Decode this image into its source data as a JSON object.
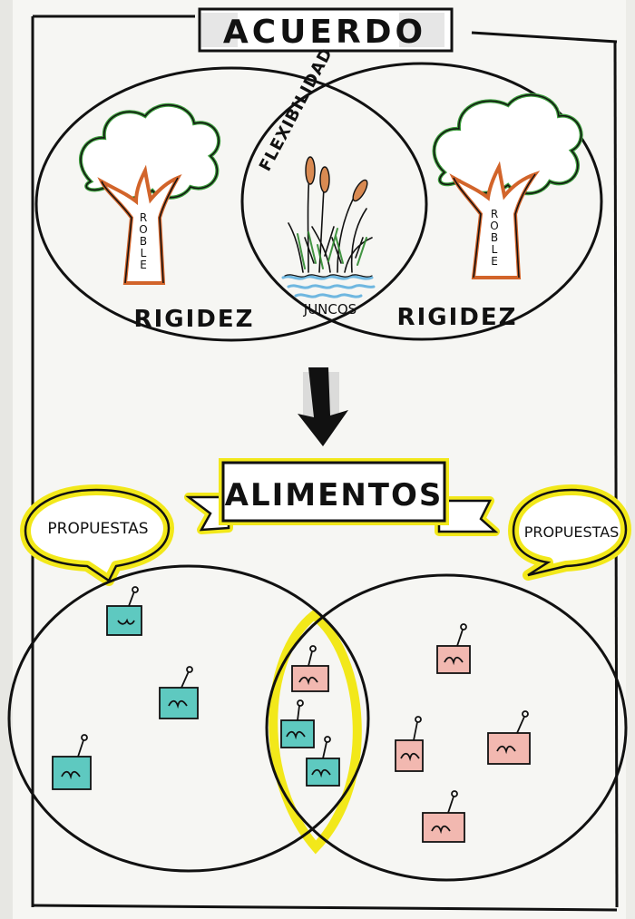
{
  "title": "ACUERDO",
  "top_venn": {
    "left_label": "RIGIDEZ",
    "right_label": "RIGIDEZ",
    "center_label": "FLEXIBILIDAD",
    "left_tree_text": "ROBLE",
    "right_tree_text": "ROBLE",
    "reeds_text": "JUNCOS"
  },
  "banner": {
    "label": "ALIMENTOS"
  },
  "bubbles": {
    "left": "PROPUESTAS",
    "right": "PROPUESTAS"
  },
  "colors": {
    "ink": "#111111",
    "tree_foliage": "#3a9a3a",
    "tree_trunk": "#d2642a",
    "highlight": "#f2e81a",
    "note_teal": "#5ec9c0",
    "note_pink": "#f2b8b0",
    "water": "#6fb7e0"
  },
  "icons": [
    "arrow-down-icon",
    "oak-tree-icon",
    "reeds-icon",
    "sticky-note-icon",
    "speech-bubble-icon"
  ]
}
